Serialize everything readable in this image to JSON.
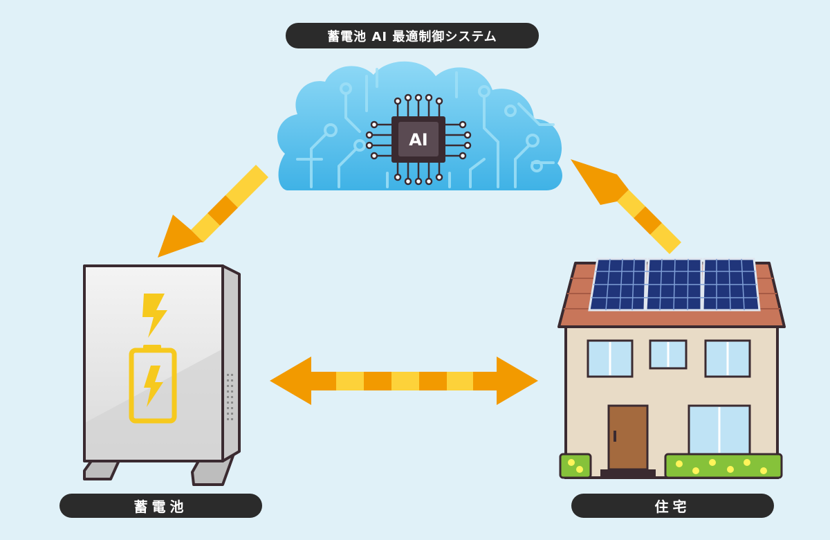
{
  "title": "蓄電池 AI 最適制御システム",
  "chip_label": "AI",
  "nodes": {
    "battery": "蓄電池",
    "house": "住宅"
  },
  "colors": {
    "arrow_orange": "#f29a00",
    "arrow_yellow": "#fdd23a",
    "cloud_blue": "#5fc5ee",
    "label_bg": "#2b2b2b",
    "background": "#e0f1f8"
  },
  "icons": {
    "cloud": "cloud-ai-icon",
    "chip": "ai-chip-icon",
    "battery": "home-battery-icon",
    "house": "house-solar-icon",
    "bolt": "lightning-bolt-icon"
  }
}
